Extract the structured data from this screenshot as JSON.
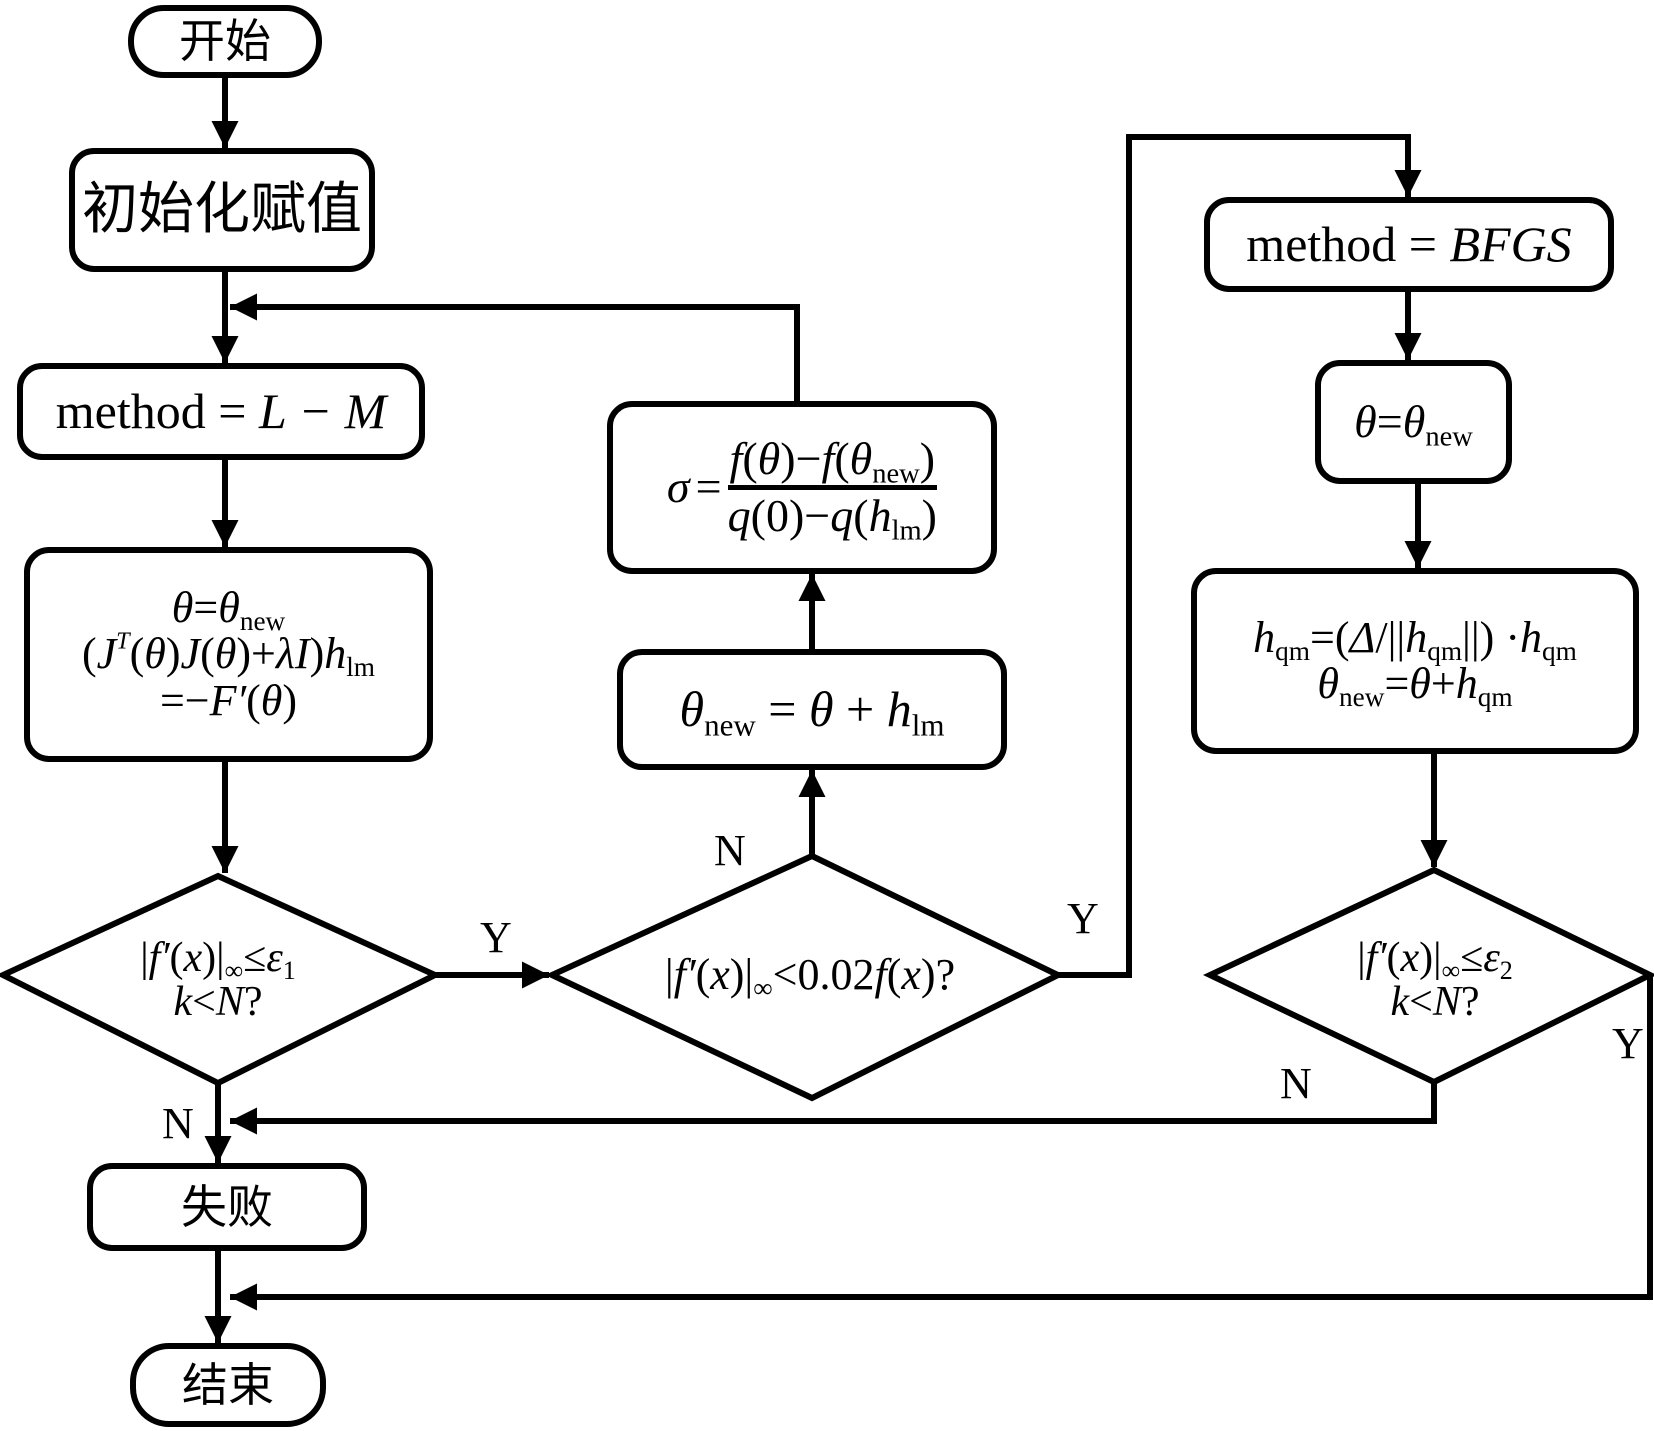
{
  "diagram": {
    "type": "flowchart",
    "stroke_color": "#000000",
    "background": "#ffffff"
  },
  "nodes": {
    "start": {
      "shape": "terminal",
      "label": "开始"
    },
    "init": {
      "shape": "process",
      "label": "初始化赋值"
    },
    "method_lm": {
      "shape": "process",
      "label_prefix": "method = ",
      "label_value": "L − M"
    },
    "lm_step": {
      "shape": "process",
      "line1": "θ=θ_new",
      "line2": "(J^T(θ)J(θ)+λI)h_lm",
      "line3": "=−F′(θ)"
    },
    "decision1": {
      "shape": "decision",
      "line1": "|f′(x)|_∞≤ε1",
      "line2": "k<N?"
    },
    "decision2": {
      "shape": "decision",
      "line1": "|f′(x)|_∞<0.02f(x)?"
    },
    "theta_update_lm": {
      "shape": "process",
      "label": "θ_new = θ + h_lm"
    },
    "sigma": {
      "shape": "process",
      "label": "σ = (f(θ)−f(θ_new)) / (q(0)−q(h_lm))"
    },
    "method_bfgs": {
      "shape": "process",
      "label_prefix": "method = ",
      "label_value": "BFGS"
    },
    "theta_assign": {
      "shape": "process",
      "label": "θ=θ_new"
    },
    "qm_step": {
      "shape": "process",
      "line1": "h_qm=(Δ/||h_qm||)·h_qm",
      "line2": "θ_new=θ+h_qm"
    },
    "decision3": {
      "shape": "decision",
      "line1": "|f′(x)|_∞≤ε2",
      "line2": "k<N?"
    },
    "fail": {
      "shape": "process",
      "label": "失败"
    },
    "end": {
      "shape": "terminal",
      "label": "结束"
    }
  },
  "text": {
    "theta": "θ",
    "new": "new",
    "lm": "lm",
    "qm": "qm",
    "eq": "=",
    "plus": "+",
    "minus": "−",
    "J": "J",
    "T": "T",
    "lam_I": "λI",
    "h": "h",
    "F": "F",
    "prime": "′",
    "lparen": "(",
    "rparen": ")",
    "sigma": "σ",
    "f": "f",
    "q": "q",
    "zero": "0",
    "x": "x",
    "bar": "|",
    "inf": "∞",
    "le": "≤",
    "lt": "<",
    "eps": "ε",
    "one": "1",
    "two": "2",
    "k": "k",
    "N": "N",
    "qmark": "?",
    "coef": "0.02",
    "delta": "Δ",
    "slash": "/",
    "dbar": "||",
    "dot": "·"
  },
  "edge_labels": {
    "d1_yes": "Y",
    "d1_no": "N",
    "d2_no": "N",
    "d2_yes": "Y",
    "d3_no": "N",
    "d3_yes": "Y"
  },
  "edges": [
    {
      "from": "start",
      "to": "init"
    },
    {
      "from": "init",
      "to": "method_lm"
    },
    {
      "from": "method_lm",
      "to": "lm_step"
    },
    {
      "from": "lm_step",
      "to": "decision1"
    },
    {
      "from": "decision1",
      "to": "decision2",
      "label": "Y"
    },
    {
      "from": "decision1",
      "to": "fail",
      "label": "N"
    },
    {
      "from": "decision2",
      "to": "theta_update_lm",
      "label": "N"
    },
    {
      "from": "theta_update_lm",
      "to": "sigma"
    },
    {
      "from": "sigma",
      "to": "method_lm"
    },
    {
      "from": "decision2",
      "to": "method_bfgs",
      "label": "Y"
    },
    {
      "from": "method_bfgs",
      "to": "theta_assign"
    },
    {
      "from": "theta_assign",
      "to": "qm_step"
    },
    {
      "from": "qm_step",
      "to": "decision3"
    },
    {
      "from": "decision3",
      "to": "fail",
      "label": "N"
    },
    {
      "from": "decision3",
      "to": "end",
      "label": "Y"
    },
    {
      "from": "fail",
      "to": "end"
    }
  ]
}
